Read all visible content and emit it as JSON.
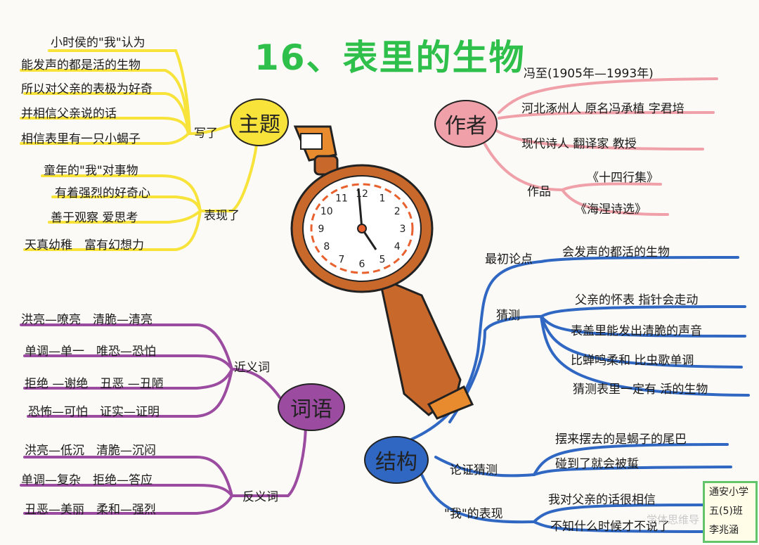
{
  "title": "16、表里的生物",
  "watermark": "学体思维导",
  "stamp": [
    "通安小学",
    "五(5)班",
    "李兆涵"
  ],
  "watch_numbers": [
    "12",
    "1",
    "2",
    "3",
    "4",
    "5",
    "6",
    "7",
    "8",
    "9",
    "10",
    "11"
  ],
  "colors": {
    "title": "#2ec04a",
    "theme": "#f7e33a",
    "author": "#f0a0a8",
    "words": "#9b4ba0",
    "structure": "#2f67c2",
    "watch_body": "#c8682b",
    "watch_face": "#ffffff"
  },
  "nodes": {
    "theme": "主题",
    "author": "作者",
    "words": "词语",
    "structure": "结构"
  },
  "theme": {
    "branch_write": "写了",
    "write_items": [
      "小时侯的\"我\"认为",
      "能发声的都是活的生物",
      "所以对父亲的表极为好奇",
      "并相信父亲说的话",
      "相信表里有一只小蝎子"
    ],
    "branch_show": "表现了",
    "show_items": [
      "童年的\"我\"对事物",
      "有着强烈的好奇心",
      "善于观察 爱思考",
      "天真幼稚　富有幻想力"
    ]
  },
  "author": {
    "dates": "冯至(1905年—1993年)",
    "items": [
      "河北涿州人 原名冯承植 字君培",
      "现代诗人 翻译家 教授"
    ],
    "works_label": "作品",
    "works": [
      "《十四行集》",
      "《海涅诗选》"
    ]
  },
  "words": {
    "syn_label": "近义词",
    "synonyms": [
      "洪亮—嘹亮　清脆—清亮",
      "单调—单一　唯恐—恐怕",
      "拒绝 —谢绝　丑恶 —丑陋",
      "恐怖—可怕　证实—证明"
    ],
    "ant_label": "反义词",
    "antonyms": [
      "洪亮—低沉　清脆—沉闷",
      "单调—复杂　拒绝—答应",
      "丑恶—美丽　柔和—强烈"
    ]
  },
  "structure": {
    "initial_label": "最初论点",
    "initial_item": "会发声的都活的生物",
    "guess_label": "猜测",
    "guess_items": [
      "父亲的怀表 指针会走动",
      "表盖里能发出清脆的声音",
      "比蝉鸣柔和 比虫歌单调",
      "猜测表里一定有 活的生物"
    ],
    "prove_label": "论证猜测",
    "prove_items": [
      "摆来摆去的是蝎子的尾巴",
      "碰到了就会被蜇"
    ],
    "me_label": "\"我\"的表现",
    "me_items": [
      "我对父亲的话很相信",
      "不知什么时候才不说了"
    ]
  }
}
